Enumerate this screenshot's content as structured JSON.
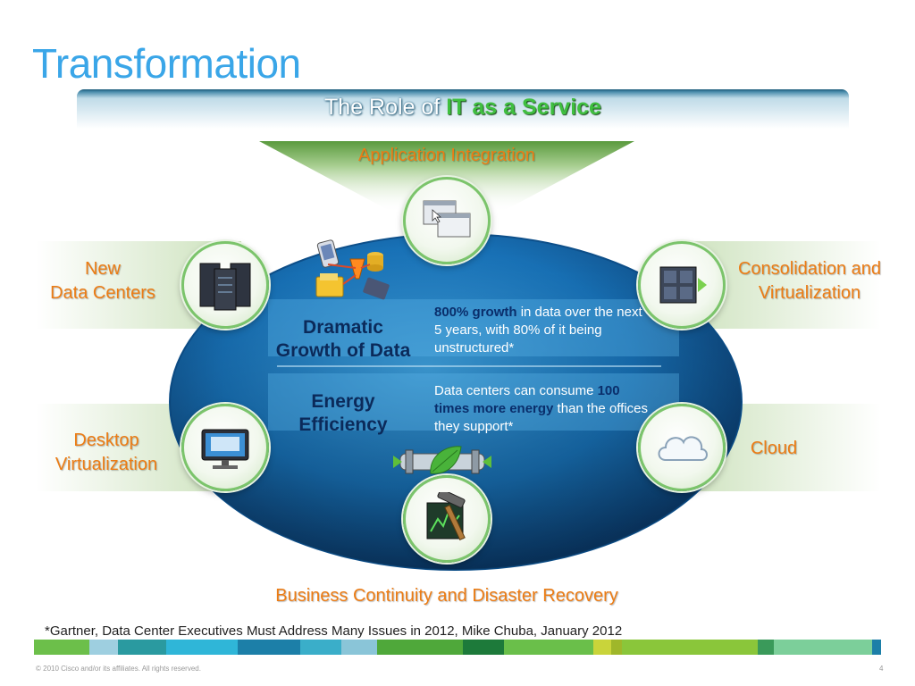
{
  "slide": {
    "title": "Transformation",
    "subtitle_prefix": "The Role of ",
    "subtitle_highlight": "IT as a Service"
  },
  "nodes": {
    "top": "Application Integration",
    "left_top_line1": "New",
    "left_top_line2": "Data Centers",
    "left_bottom_line1": "Desktop",
    "left_bottom_line2": "Virtualization",
    "right_top_line1": "Consolidation and",
    "right_top_line2": "Virtualization",
    "right_bottom": "Cloud",
    "bottom": "Business Continuity and Disaster Recovery"
  },
  "center": {
    "growth_label_line1": "Dramatic",
    "growth_label_line2": "Growth of Data",
    "growth_strong": "800% growth",
    "growth_text": " in data over the next 5 years, with 80% of it being unstructured*",
    "energy_label_line1": "Energy",
    "energy_label_line2": "Efficiency",
    "energy_text_a": "Data centers can consume ",
    "energy_strong": "100 times more energy",
    "energy_text_b": " than the offices they support*"
  },
  "footnote": "*Gartner, Data Center Executives Must Address Many Issues in 2012, Mike Chuba, January 2012",
  "copyright": "© 2010 Cisco and/or its affiliates. All rights reserved.",
  "page_number": "4",
  "colors": {
    "title": "#3aa6e8",
    "accent_orange": "#ec7c14",
    "accent_green": "#3fbf3f",
    "ellipse_blue": "#1a7fc4",
    "node_border": "#7bc46b"
  }
}
